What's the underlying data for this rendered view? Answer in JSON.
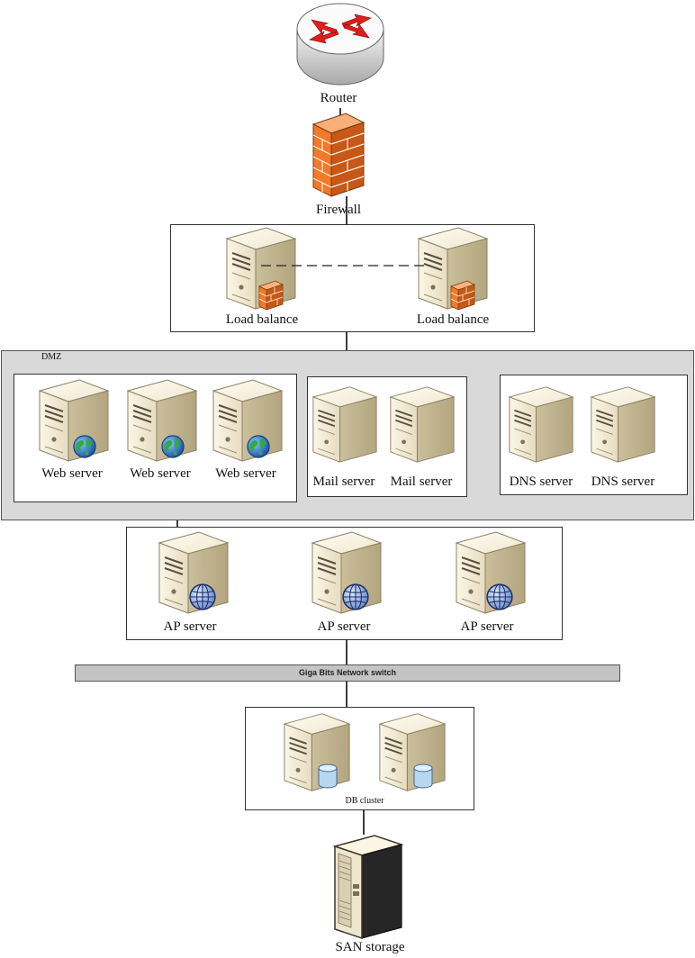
{
  "colors": {
    "server_body": "#efe6cf",
    "firewall_brick": "#f27a2a",
    "router_arrow": "#e11d1d",
    "dmz_fill": "#d9d9d9",
    "switch_fill": "#c4c4c4"
  },
  "router": {
    "label": "Router",
    "icon": "router-icon"
  },
  "firewall": {
    "label": "Firewall",
    "icon": "firewall-icon"
  },
  "load_balancers": [
    {
      "label": "Load balance",
      "icon": "server-firewall-icon"
    },
    {
      "label": "Load balance",
      "icon": "server-firewall-icon"
    }
  ],
  "dmz": {
    "label": "DMZ",
    "web_servers": [
      {
        "label": "Web server",
        "icon": "server-globe-icon"
      },
      {
        "label": "Web server",
        "icon": "server-globe-icon"
      },
      {
        "label": "Web server",
        "icon": "server-globe-icon"
      }
    ],
    "mail_servers": [
      {
        "label": "Mail server",
        "icon": "server-icon"
      },
      {
        "label": "Mail server",
        "icon": "server-icon"
      }
    ],
    "dns_servers": [
      {
        "label": "DNS server",
        "icon": "server-icon"
      },
      {
        "label": "DNS server",
        "icon": "server-icon"
      }
    ]
  },
  "ap_servers": [
    {
      "label": "AP server",
      "icon": "server-world-icon"
    },
    {
      "label": "AP server",
      "icon": "server-world-icon"
    },
    {
      "label": "AP server",
      "icon": "server-world-icon"
    }
  ],
  "network_switch": {
    "label": "Giga Bits Network switch"
  },
  "db_cluster": {
    "label": "DB cluster",
    "servers": [
      {
        "icon": "server-database-icon"
      },
      {
        "icon": "server-database-icon"
      }
    ]
  },
  "san": {
    "label": "SAN storage",
    "icon": "san-storage-icon"
  }
}
